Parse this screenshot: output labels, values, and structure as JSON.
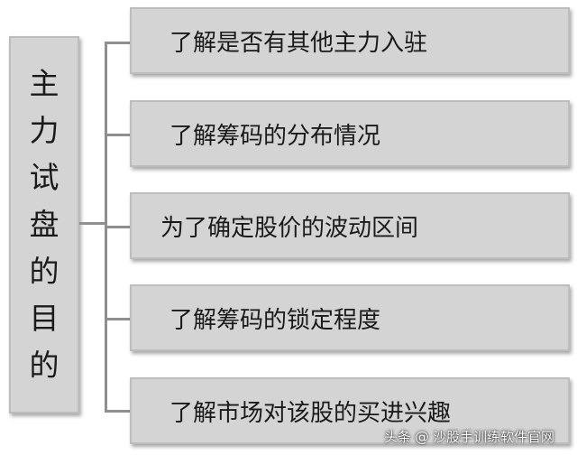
{
  "diagram": {
    "root": {
      "chars": [
        "主",
        "力",
        "试",
        "盘",
        "的",
        "目",
        "的"
      ]
    },
    "branches": [
      {
        "label": "了解是否有其他主力入驻"
      },
      {
        "label": "了解筹码的分布情况"
      },
      {
        "label": "为了确定股价的波动区间"
      },
      {
        "label": "了解筹码的锁定程度"
      },
      {
        "label": "了解市场对该股的买进兴趣"
      }
    ]
  },
  "watermark": {
    "prefix": "头条",
    "at_icon": "@",
    "account": "沙股手训练软件官网"
  },
  "colors": {
    "box_fill": "#d4d4d4",
    "box_border": "#bdbdbd",
    "connector": "#8f8f8f",
    "text": "#1a1a1a"
  }
}
